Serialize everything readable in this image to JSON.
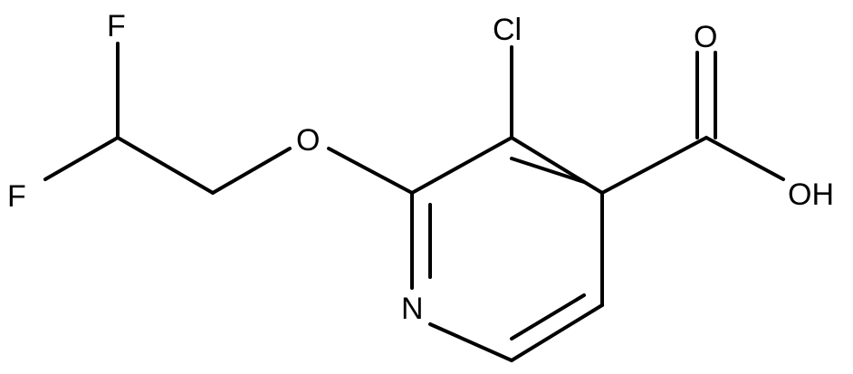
{
  "molecule": {
    "atoms": {
      "f_top": "F",
      "f_left": "F",
      "o_ether": "O",
      "cl": "Cl",
      "o_carbonyl": "O",
      "oh": "OH",
      "n_ring": "N"
    },
    "colors": {
      "bond": "#000000",
      "label": "#000000",
      "background": "#ffffff"
    }
  }
}
